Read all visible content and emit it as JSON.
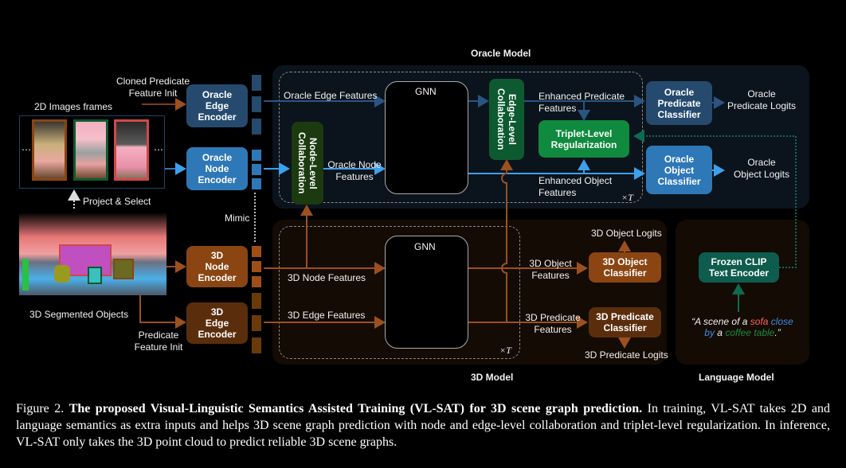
{
  "titles": {
    "oracle_model": "Oracle Model",
    "model_3d": "3D Model",
    "language_model": "Language Model"
  },
  "inputs": {
    "images_2d": "2D Images frames",
    "project_select": "Project & Select",
    "segmented_3d": "3D Segmented Objects",
    "cloned_predicate_init": "Cloned Predicate\nFeature Init",
    "predicate_init": "Predicate\nFeature Init",
    "mimic": "Mimic",
    "ellipsis": "⋯"
  },
  "encoders": {
    "oracle_edge": "Oracle\nEdge\nEncoder",
    "oracle_node": "Oracle\nNode\nEncoder",
    "node_3d": "3D\nNode\nEncoder",
    "edge_3d": "3D\nEdge\nEncoder"
  },
  "oracle": {
    "edge_features": "Oracle Edge Features",
    "node_features": "Oracle Node\nFeatures",
    "node_collab": "Node-Level\nCollaboration",
    "edge_collab": "Edge-Level\nCollaboration",
    "gnn": "GNN",
    "enhanced_predicate": "Enhanced Predicate\nFeatures",
    "enhanced_object": "Enhanced Object\nFeatures",
    "triplet_reg": "Triplet-Level\nRegularization",
    "predicate_classifier": "Oracle\nPredicate\nClassifier",
    "object_classifier": "Oracle\nObject\nClassifier",
    "predicate_logits": "Oracle\nPredicate Logits",
    "object_logits": "Oracle\nObject Logits",
    "repeat": "×T"
  },
  "model3d": {
    "node_features": "3D Node Features",
    "edge_features": "3D Edge Features",
    "gnn": "GNN",
    "object_features": "3D Object\nFeatures",
    "predicate_features": "3D Predicate\nFeatures",
    "object_classifier": "3D Object\nClassifier",
    "predicate_classifier": "3D Predicate\nClassifier",
    "object_logits": "3D Object Logits",
    "predicate_logits": "3D Predicate Logits",
    "repeat": "×T"
  },
  "language": {
    "encoder": "Frozen CLIP\nText Encoder",
    "quote_open": "“A scene of a ",
    "word_sofa": "sofa",
    "word_close": " close",
    "word_by": "by",
    "word_a": " a ",
    "word_table": "coffee table",
    "quote_close": ".”"
  },
  "caption": {
    "figure": "Figure 2.",
    "bold": "The proposed Visual-Linguistic Semantics Assisted Training (VL-SAT) for 3D scene graph prediction.",
    "body": "In training, VL-SAT takes 2D and language semantics as extra inputs and helps 3D scene graph prediction with node and edge-level collaboration and triplet-level regularization. In inference, VL-SAT only takes the 3D point cloud to predict reliable 3D scene graphs."
  },
  "colors": {
    "oracle_dark_blue": "#254a6e",
    "oracle_light_blue": "#2f78b8",
    "brown": "#8a4512",
    "dark_brown": "#5a2e0c",
    "green": "#0f8a3e",
    "dark_green": "#0d5a30",
    "teal": "#0e5c4e",
    "node_red": "#ff6b6b",
    "node_brown": "#8b4513",
    "node_green": "#0a7a36",
    "word_red": "#ff6060",
    "word_blue": "#3a8fe6",
    "word_green": "#1e8a3e"
  }
}
